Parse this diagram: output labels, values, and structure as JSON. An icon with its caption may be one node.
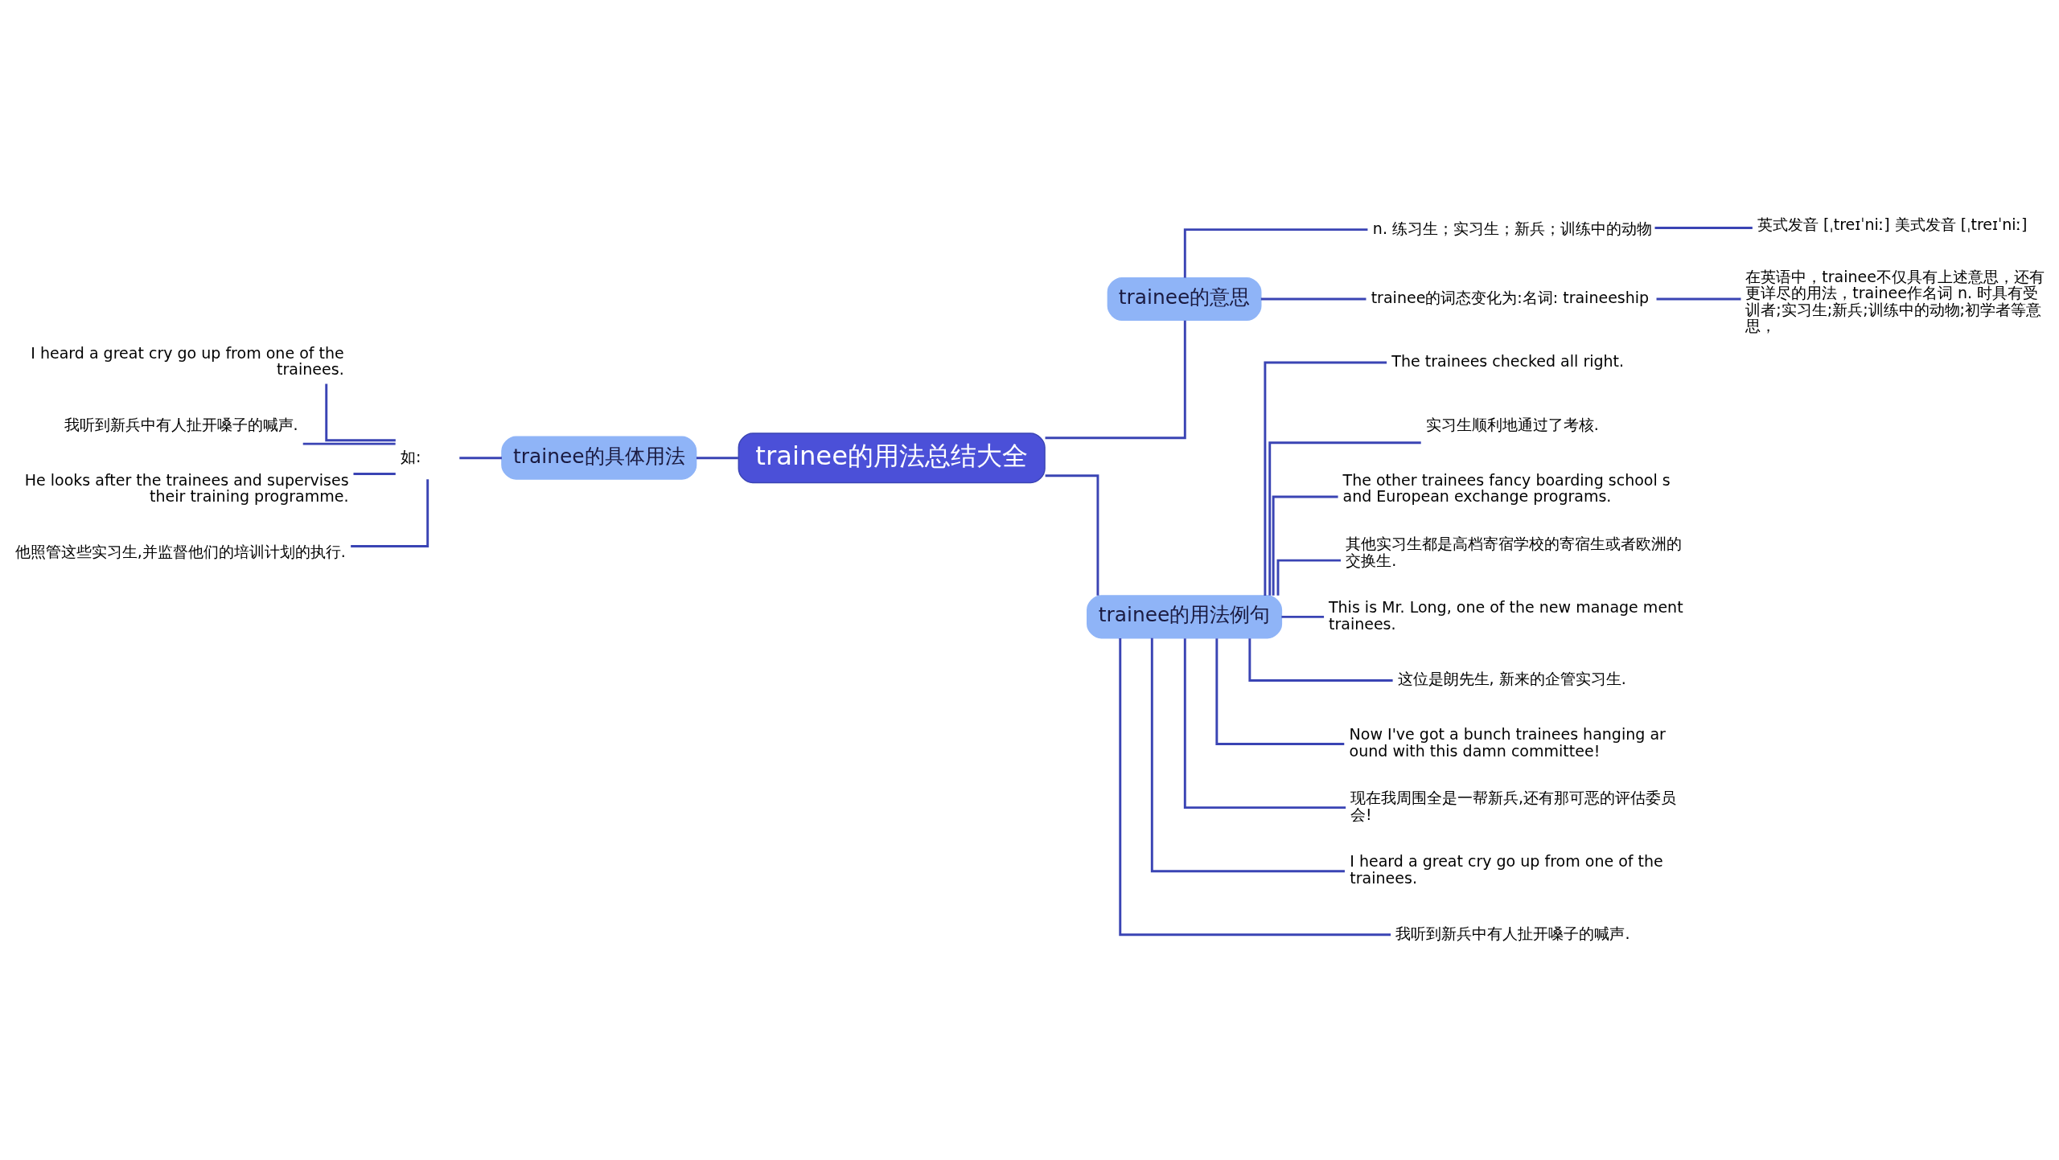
{
  "diagram": {
    "nodes": [
      {
        "text": [
          "trainee的用法总结大全"
        ]
      },
      {
        "text": [
          "trainee的意思"
        ]
      },
      {
        "text": [
          "n. 练习生；实习生；新兵；训练中的动物"
        ]
      },
      {
        "text": [
          "英式发音 [ˌtreɪˈniː] 美式发音 [ˌtreɪˈniː]"
        ]
      },
      {
        "text": [
          "trainee的词态变化为:名词: traineeship"
        ]
      },
      {
        "text": [
          "在英语中，trainee不仅具有上述意思，还有更详尽的用法，trainee作名词 n. 时具有受训者;实习生;新兵;训练中的动物;初学者等意思，"
        ]
      },
      {
        "text": [
          "trainee的用法例句"
        ]
      },
      {
        "text": [
          "The trainees checked all right."
        ]
      },
      {
        "text": [
          "实习生顺利地通过了考核."
        ]
      },
      {
        "text": [
          "The other trainees fancy boarding school s and European exchange programs."
        ]
      },
      {
        "text": [
          "其他实习生都是高档寄宿学校的寄宿生或者欧洲的交换生."
        ]
      },
      {
        "text": [
          "This is Mr. Long, one of the new manage ment trainees."
        ]
      },
      {
        "text": [
          "这位是朗先生, 新来的企管实习生."
        ]
      },
      {
        "text": [
          "Now I've got a bunch trainees hanging ar ound with this damn committee!"
        ]
      },
      {
        "text": [
          "现在我周围全是一帮新兵,还有那可恶的评估委员会!"
        ]
      },
      {
        "text": [
          "I heard a great cry go up from one of the trainees."
        ]
      },
      {
        "text": [
          "我听到新兵中有人扯开嗓子的喊声."
        ]
      },
      {
        "text": [
          "trainee的具体用法"
        ]
      },
      {
        "text": [
          "如:"
        ]
      },
      {
        "text": [
          "I heard a great cry go up from one of the trainees."
        ]
      },
      {
        "text": [
          "我听到新兵中有人扯开嗓子的喊声."
        ]
      },
      {
        "text": [
          "He looks after the trainees and supervises their training programme."
        ]
      },
      {
        "text": [
          "他照管这些实习生,并监督他们的培训计划的执行."
        ]
      }
    ],
    "edges": [
      {
        "from": 0,
        "to": 1,
        "arrow": "none"
      },
      {
        "from": 1,
        "to": 2,
        "arrow": "none"
      },
      {
        "from": 2,
        "to": 3,
        "arrow": "none"
      },
      {
        "from": 1,
        "to": 4,
        "arrow": "none"
      },
      {
        "from": 4,
        "to": 5,
        "arrow": "none"
      },
      {
        "from": 0,
        "to": 6,
        "arrow": "none"
      },
      {
        "from": 6,
        "to": 7,
        "arrow": "none"
      },
      {
        "from": 6,
        "to": 8,
        "arrow": "none"
      },
      {
        "from": 6,
        "to": 9,
        "arrow": "none"
      },
      {
        "from": 6,
        "to": 10,
        "arrow": "none"
      },
      {
        "from": 6,
        "to": 11,
        "arrow": "none"
      },
      {
        "from": 6,
        "to": 12,
        "arrow": "none"
      },
      {
        "from": 6,
        "to": 13,
        "arrow": "none"
      },
      {
        "from": 6,
        "to": 14,
        "arrow": "none"
      },
      {
        "from": 6,
        "to": 15,
        "arrow": "none"
      },
      {
        "from": 6,
        "to": 16,
        "arrow": "none"
      },
      {
        "from": 0,
        "to": 17,
        "arrow": "none"
      },
      {
        "from": 17,
        "to": 18,
        "arrow": "none"
      },
      {
        "from": 18,
        "to": 19,
        "arrow": "none"
      },
      {
        "from": 18,
        "to": 20,
        "arrow": "none"
      },
      {
        "from": 18,
        "to": 21,
        "arrow": "none"
      },
      {
        "from": 18,
        "to": 22,
        "arrow": "none"
      }
    ]
  }
}
